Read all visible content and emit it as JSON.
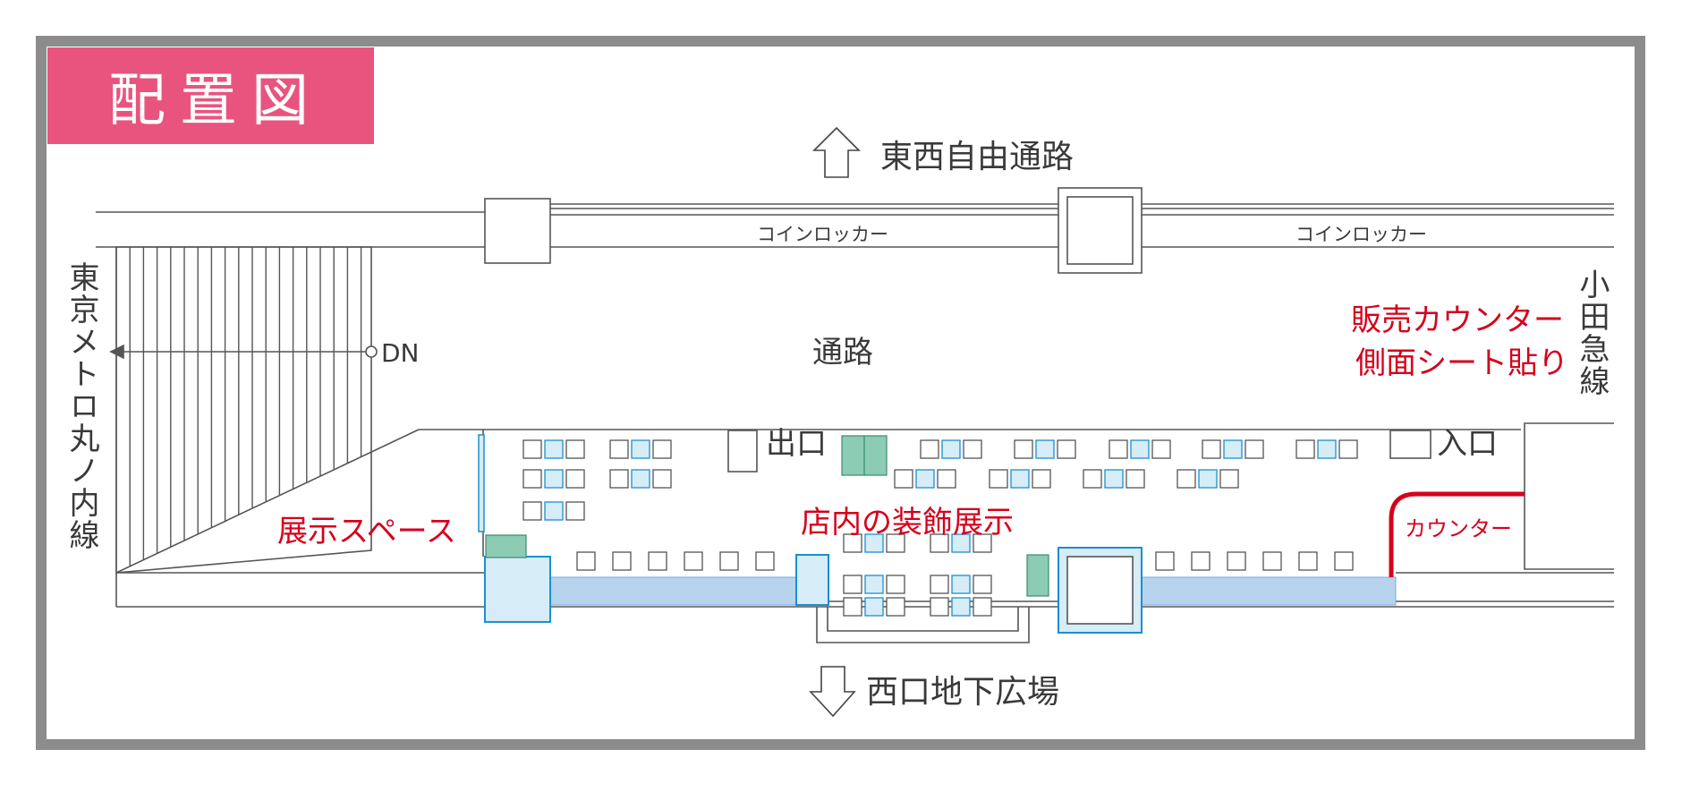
{
  "title": "配置図",
  "labels": {
    "north_passage": "東西自由通路",
    "locker_1": "コインロッカー",
    "locker_2": "コインロッカー",
    "passage": "通路",
    "metro_line": "東京メトロ丸ノ内線",
    "odakyu_line": "小田急線",
    "dn": "DN",
    "exit": "出口",
    "entrance": "入口",
    "counter": "カウンター",
    "west_plaza": "西口地下広場"
  },
  "highlights": {
    "display_space": "展示スペース",
    "store_decoration": "店内の装飾展示",
    "counter_sheet_line1": "販売カウンター",
    "counter_sheet_line2": "側面シート貼り"
  },
  "colors": {
    "title_bg": "#e9547e",
    "frame": "#8c8c8c",
    "highlight_text": "#d6001c",
    "fill_blue": "#b7d3ee",
    "fill_light_blue": "#d6ecf7",
    "stroke_blue": "#1b8fd0",
    "fill_green": "#8ccbb4",
    "counter_line": "#d6001c"
  }
}
